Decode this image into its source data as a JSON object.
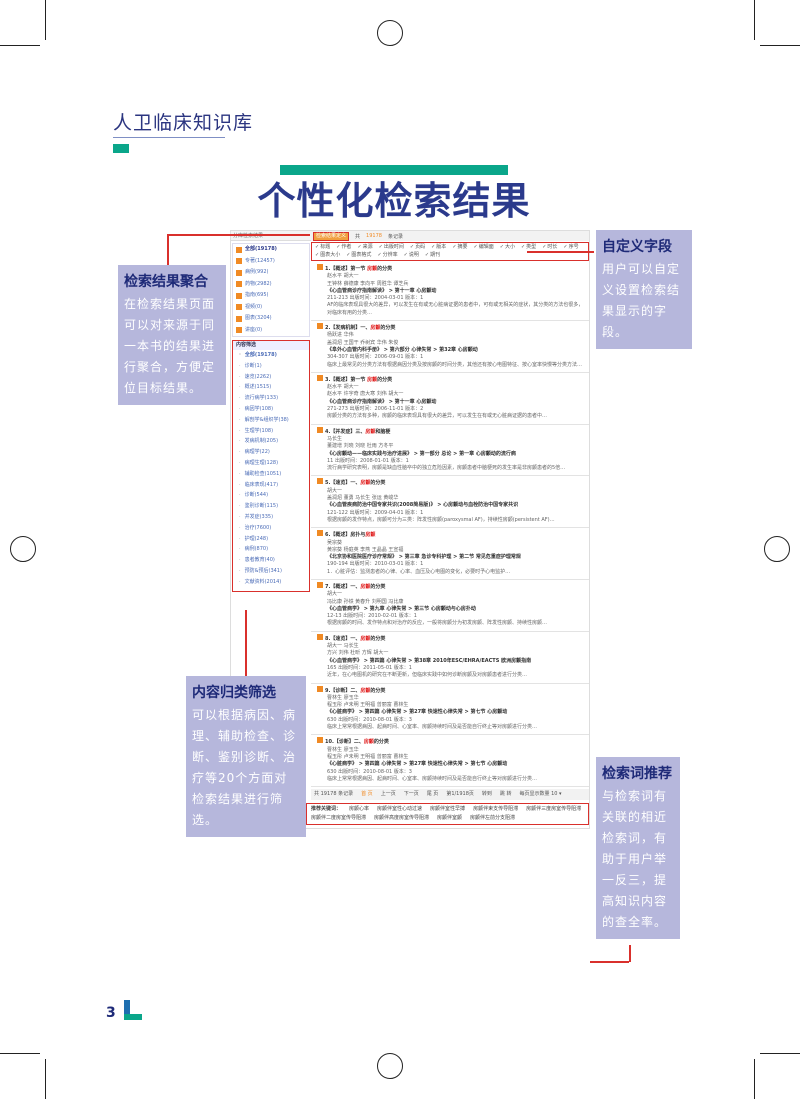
{
  "header": {
    "brand": "人卫临床知识库",
    "title": "个性化检索结果",
    "page_number": "3"
  },
  "shot": {
    "aggregate_title": "分库检索结果",
    "aggregate": [
      "全部(19178)",
      "专著(12457)",
      "病例(992)",
      "药物(2982)",
      "指南(695)",
      "视频(0)",
      "图表(3204)",
      "讲座(0)"
    ],
    "filter_title": "内容筛选",
    "filters": [
      "全部(19178)",
      "诊断(1)",
      "速览(2262)",
      "概述(1515)",
      "流行病学(133)",
      "病因学(108)",
      "解剖学&组织学(38)",
      "生理学(108)",
      "发病机制(205)",
      "病理学(22)",
      "病理生理(128)",
      "辅助检查(1051)",
      "临床表现(417)",
      "诊断(544)",
      "鉴别诊断(115)",
      "并发症(335)",
      "治疗(7600)",
      "护理(248)",
      "病例(870)",
      "患者教育(40)",
      "预防&预后(341)",
      "文献资料(2014)"
    ],
    "customize_btn": "检索结果定义",
    "total_prefix": "共",
    "total": "19178",
    "total_suffix": "条记录",
    "fields": [
      "标题",
      "作者",
      "来源",
      "出版时间",
      "页码",
      "版本",
      "摘要",
      "编辑面",
      "大小",
      "类型",
      "时长",
      "序号",
      "图表大小",
      "图表格式",
      "分辨率",
      "说明",
      "期刊"
    ],
    "results": [
      {
        "n": "1.",
        "title": "【概述】第一节 ",
        "kw": "房颤",
        "tail": "的分类",
        "author": "赵水平 胡大一",
        "editor": "王钟林 薛德康 李向平 周胜华 谭芝兵",
        "source": "《心血管病诊疗指南解读》 > 第十一章 心房颤动",
        "pages": "211-213  出版时间：2004-03-01  版本：1",
        "summary": "AF的临床表现具很大的差异，可以发生在有或无心脏病证据的患者中，可有或无相关的症状，其分类的方法也很多，对临床有用的分类…"
      },
      {
        "n": "2.",
        "title": "【发病机制】一、",
        "kw": "房颤",
        "tail": "的分类",
        "author": "杨跃进 华伟",
        "editor": "盖润炤 王国干 乔树宾 华伟 朱俊",
        "source": "《阜外心血管内科手册》 > 第六部分 心律失常 > 第32章 心房颤动",
        "pages": "304-307  出版时间：2006-09-01  版本：1",
        "summary": "临床上最常见的分类方法有根据病因分类及按房颤的时间分类，其他还有按心电图特征、按心室率快慢等分类方法…"
      },
      {
        "n": "3.",
        "title": "【概述】第一节 ",
        "kw": "房颤",
        "tail": "的分类",
        "author": "赵水平 胡大一",
        "editor": "赵水平 许宇奇 唐大寒 刘伟 胡大一",
        "source": "《心血管病诊疗指南解读》 > 第十一章 心房颤动",
        "pages": "271-273  出版时间：2006-11-01  版本：2",
        "summary": "房颤分类的方法有多种，房颤的临床表现具有很大的差异，可以发生在有或无心脏病证据的患者中…"
      },
      {
        "n": "4.",
        "title": "【并发症】三、",
        "kw": "房颤",
        "tail": "和脑梗",
        "author": "马长生",
        "editor": "董建增 刘晓 刘晓 杜雨 方冬平",
        "source": "《心房颤动——临床实践与治疗进展》 > 第一部分 总论 > 第一章 心房颤动的流行病",
        "pages": "11  出版时间：2008-01-01  版本：1",
        "summary": "流行病学研究表明，房颤是缺血性脑卒中的独立危险因素，房颤患者中脑梗死的发生率是非房颤患者的5倍…"
      },
      {
        "n": "5.",
        "title": "【速览】一、",
        "kw": "房颤",
        "tail": "的分类",
        "author": "胡大一",
        "editor": "盖润炤 董勇 马长生 张运 黄峻华",
        "source": "《心血管疾病防治中国专家共识(2008简易版)》 > 心房颤动与血栓防治中国专家共识",
        "pages": "121-122  出版时间：2009-04-01  版本：1",
        "summary": "根据房颤的发作特点，房颤可分为三类：阵发性房颤(paroxysmal AF)，持续性房颤(persistent AF)…"
      },
      {
        "n": "6.",
        "title": "【概述】房扑与",
        "kw": "房颤",
        "tail": "",
        "author": "吴宗葵",
        "editor": "黄宗葵 杨庭英 李燕 王晶晶 王宣福",
        "source": "《北京协和医院医疗诊疗常规》 > 第三章 急诊专科护理 > 第二节 常见危重症护理常规",
        "pages": "190-194  出版时间：2010-03-01  版本：1",
        "summary": "1．心脏评估：监测患者的心律、心率、血压及心电图的变化，必要时予心电监护…"
      },
      {
        "n": "7.",
        "title": "【概述】一、",
        "kw": "房颤",
        "tail": "的分类",
        "author": "胡大一",
        "editor": "冯比康 孙铁 黄春升 刘明国 冯比康",
        "source": "《心血管病学》 > 第九章 心律失常 > 第三节 心房颤动与心房扑动",
        "pages": "12-13  出版时间：2010-02-01  版本：1",
        "summary": "根据房颤的时间、发作特点和对治疗的反应，一般将房颤分为初发房颤、阵发性房颤、持续性房颤…"
      },
      {
        "n": "8.",
        "title": "【速览】一、",
        "kw": "房颤",
        "tail": "的分类",
        "author": "胡大一 马长生",
        "editor": "方兴 刘伟 杜昕 方辉 胡大一",
        "source": "《心血管病学》 > 第四篇 心律失常 > 第38章 2010年ESC/EHRA/EACTS 欧洲房颤指南",
        "pages": "165  出版时间：2011-05-01  版本：1",
        "summary": "近年，在心电图机的研究在不断更新，但临床实践中如何诊断房颤及对房颤患者进行分类…"
      },
      {
        "n": "9.",
        "title": "【诊断】二、",
        "kw": "房颤",
        "tail": "的分类",
        "author": "曹林生 廖玉华",
        "editor": "程玉彤 卢未明 王明福 曾丽富 曹林生",
        "source": "《心脏病学》 > 第四篇 心律失常 > 第27章 快速性心律失常 > 第七节 心房颤动",
        "pages": "630  出版时间：2010-08-01  版本：3",
        "summary": "临床上常常根据病因、起病时间、心室率、房颤持续时间及是否能自行终止等对房颤进行分类…"
      },
      {
        "n": "10.",
        "title": "【诊断】二、",
        "kw": "房颤",
        "tail": "的分类",
        "author": "曹林生 廖玉华",
        "editor": "程玉彤 卢未明 王明福 曾丽富 曹林生",
        "source": "《心脏病学》 > 第四篇 心律失常 > 第27章 快速性心律失常 > 第七节 心房颤动",
        "pages": "630  出版时间：2010-08-01  版本：3",
        "summary": "临床上常常根据病因、起病时间、心室率、房颤持续时间及是否能自行终止等对房颤进行分类…"
      }
    ],
    "pager": {
      "total": "共 19178 条记录",
      "first": "首 页",
      "prev": "上一页",
      "next": "下一页",
      "last": "尾 页",
      "pages": "第1/1918页",
      "goto": "转到",
      "go": "跳 转",
      "per_page": "每页显示数量 10 ▾"
    },
    "keywords_label": "推荐关键词：",
    "keywords": [
      "房颤心率",
      "房颤伴室性心动过速",
      "房颤伴室性早搏",
      "房颤伴束支传导阻滞",
      "房颤伴三度房室传导阻滞",
      "房颤伴二度房室传导阻滞",
      "房颤伴高度房室传导阻滞",
      "房颤伴室颤",
      "房颤伴左前分支阻滞"
    ]
  },
  "callouts": [
    {
      "title": "检索结果聚合",
      "text": "在检索结果页面可以对来源于同一本书的结果进行聚合，方便定位目标结果。"
    },
    {
      "title": "自定义字段",
      "text": "用户可以自定义设置检索结果显示的字段。"
    },
    {
      "title": "内容归类筛选",
      "text": "可以根据病因、病理、辅助检查、诊断、鉴别诊断、治疗等20个方面对检索结果进行筛选。"
    },
    {
      "title": "检索词推荐",
      "text": "与检索词有关联的相近检索词，有助于用户举一反三，提高知识内容的查全率。"
    }
  ]
}
